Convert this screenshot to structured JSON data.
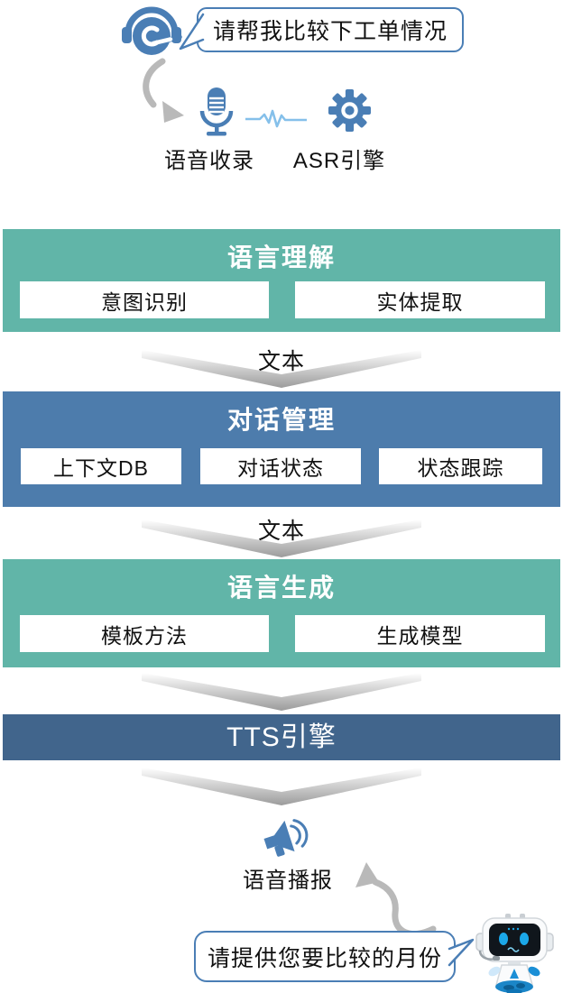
{
  "colors": {
    "teal_block": "#61b5a8",
    "blue_block": "#4d7cac",
    "dark_blue_block": "#41658c",
    "icon_blue": "#4a7eb5",
    "bubble_border": "#4a7eb5",
    "arrow_gray": "#b9b9b9",
    "waveform_blue": "#85c0ea"
  },
  "top": {
    "user_bubble_text": "请帮我比较下工单情况",
    "voice_capture_label": "语音收录",
    "asr_engine_label": "ASR引擎",
    "icons": [
      "agent-headset-icon",
      "curved-arrow-down-icon",
      "microphone-icon",
      "waveform-icon",
      "gear-icon"
    ]
  },
  "pipeline": {
    "nlu_block": {
      "title": "语言理解",
      "items": [
        "意图识别",
        "实体提取"
      ]
    },
    "arrow_after_nlu_label": "文本",
    "dm_block": {
      "title": "对话管理",
      "items": [
        "上下文DB",
        "对话状态",
        "状态跟踪"
      ]
    },
    "arrow_after_dm_label": "文本",
    "nlg_block": {
      "title": "语言生成",
      "items": [
        "模板方法",
        "生成模型"
      ]
    },
    "tts_block": {
      "title": "TTS引擎"
    }
  },
  "bottom": {
    "broadcast_label": "语音播报",
    "bot_bubble_text": "请提供您要比较的月份",
    "icons": [
      "megaphone-icon",
      "curved-arrow-up-icon",
      "robot-icon"
    ]
  }
}
